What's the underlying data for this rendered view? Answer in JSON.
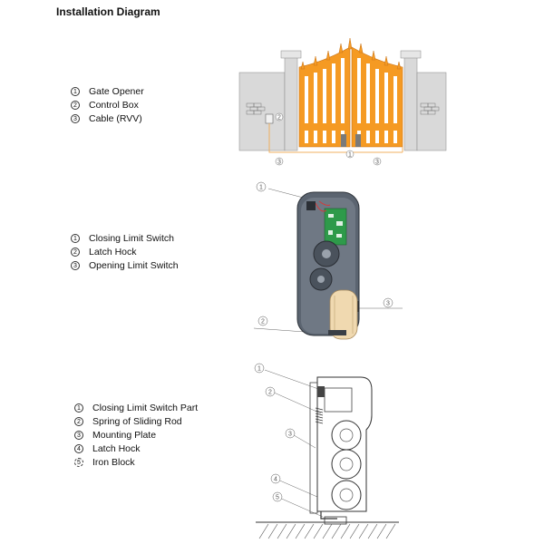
{
  "title": "Installation Diagram",
  "sections": [
    {
      "legend": [
        {
          "num": "1",
          "label": "Gate Opener"
        },
        {
          "num": "2",
          "label": "Control Box"
        },
        {
          "num": "3",
          "label": "Cable (RVV)"
        }
      ],
      "callouts": [
        "2",
        "3",
        "1",
        "3"
      ]
    },
    {
      "legend": [
        {
          "num": "1",
          "label": "Closing Limit Switch"
        },
        {
          "num": "2",
          "label": "Latch Hock"
        },
        {
          "num": "3",
          "label": "Opening Limit Switch"
        }
      ],
      "callouts": [
        "1",
        "3",
        "2"
      ]
    },
    {
      "legend": [
        {
          "num": "1",
          "label": "Closing Limit Switch Part"
        },
        {
          "num": "2",
          "label": "Spring of Sliding Rod"
        },
        {
          "num": "3",
          "label": "Mounting Plate"
        },
        {
          "num": "4",
          "label": "Latch Hock"
        },
        {
          "num": "5",
          "label": "Iron Block"
        }
      ],
      "callouts": [
        "1",
        "2",
        "3",
        "4",
        "5"
      ]
    }
  ],
  "colors": {
    "gate": "#f59a23",
    "wall": "#d9d9d9",
    "housing": "#5b6470",
    "circuit": "#2e9a4a",
    "roller": "#f0d9b0"
  }
}
